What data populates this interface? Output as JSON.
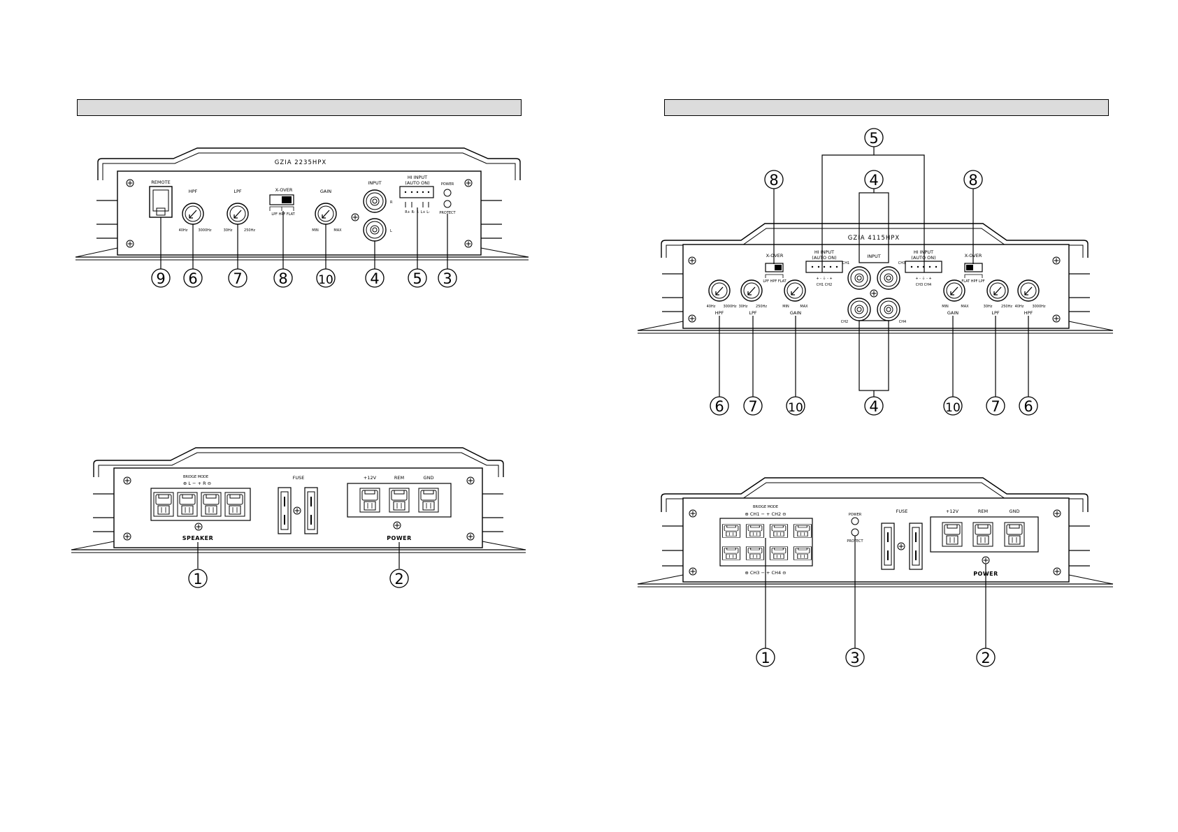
{
  "panel_2ch_top": {
    "model": "GZIA 2235HPX",
    "remote": "REMOTE",
    "hpf": "HPF",
    "hpf_min": "40Hz",
    "hpf_max": "3000Hz",
    "lpf": "LPF",
    "lpf_min": "30Hz",
    "lpf_max": "250Hz",
    "xover": "X-OVER",
    "xover_opts": "LPF HPF FLAT",
    "gain": "GAIN",
    "gain_min": "MIN",
    "gain_max": "MAX",
    "input": "INPUT",
    "input_r": "R",
    "input_l": "L",
    "hi_input": "HI   INPUT",
    "auto_on": "(AUTO ON)",
    "hi_pins": "R+ R-  ⏚  L+ L-",
    "power": "POWER",
    "protect": "PROTECT",
    "callouts": [
      "9",
      "6",
      "7",
      "8",
      "10",
      "4",
      "5",
      "3"
    ]
  },
  "panel_2ch_bottom": {
    "bridge": "BRIDGE MODE",
    "bridge_signs": "⊕  L   −      +   R   ⊖",
    "speaker": "SPEAKER",
    "fuse": "FUSE",
    "v12": "+12V",
    "rem": "REM",
    "gnd": "GND",
    "power": "POWER",
    "callouts": [
      "1",
      "2"
    ]
  },
  "panel_4ch_top": {
    "model": "GZIA 4115HPX",
    "xover": "X-OVER",
    "xover_left_opts": "LPF HPF FLAT",
    "xover_right_opts": "FLAT HPF LPF",
    "hi_input": "HI   INPUT",
    "auto_on": "(AUTO ON)",
    "hi_left_pins": "+  -   ⏚   -  +",
    "hi_left_ch": "CH1          CH2",
    "hi_right_pins": "+  -   ⏚   -  +",
    "hi_right_ch": "CH3          CH4",
    "input": "INPUT",
    "ch1": "CH1",
    "ch2": "CH2",
    "ch3": "CH3",
    "ch4": "CH4",
    "hpf": "HPF",
    "hpf_min": "40Hz",
    "hpf_max": "3000Hz",
    "lpf": "LPF",
    "lpf_min": "30Hz",
    "lpf_max": "250Hz",
    "gain": "GAIN",
    "gain_min": "MIN",
    "gain_max": "MAX",
    "callouts_top": [
      "5",
      "8",
      "4",
      "8"
    ],
    "callouts_bottom": [
      "6",
      "7",
      "10",
      "4",
      "10",
      "7",
      "6"
    ]
  },
  "panel_4ch_bottom": {
    "bridge": "BRIDGE MODE",
    "top_signs": "⊕   CH1   −       +   CH2   ⊖",
    "bottom_signs": "⊕   CH3   −       +   CH4   ⊖",
    "power_led": "POWER",
    "protect_led": "PROTECT",
    "fuse": "FUSE",
    "v12": "+12V",
    "rem": "REM",
    "gnd": "GND",
    "power": "POWER",
    "callouts": [
      "1",
      "3",
      "2"
    ]
  }
}
